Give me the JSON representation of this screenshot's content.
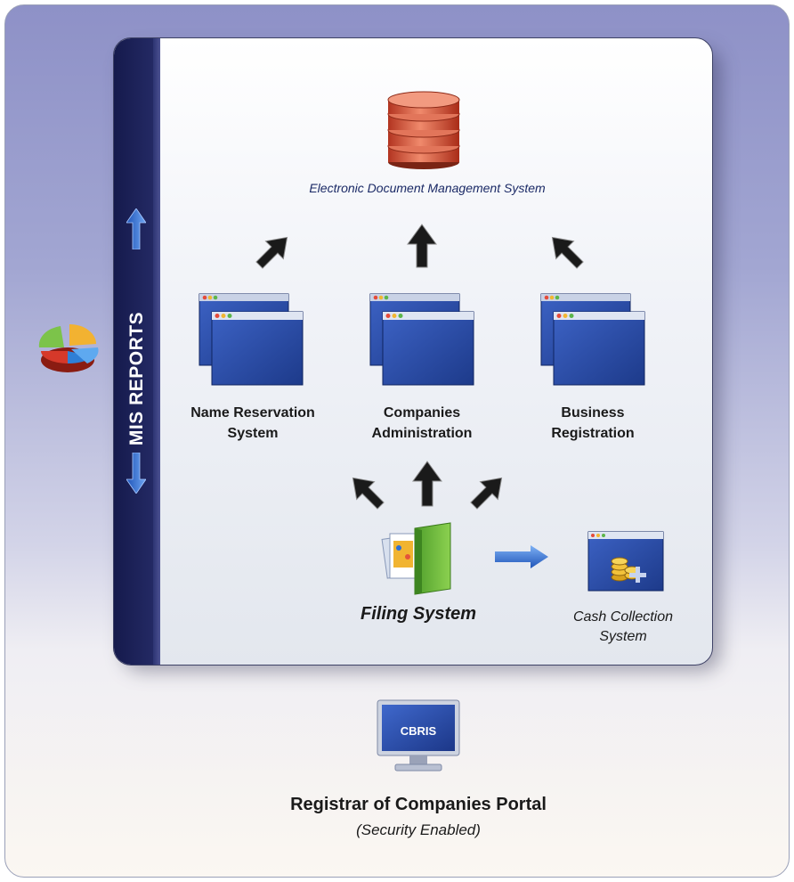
{
  "diagram": {
    "side_label": "MIS REPORTS",
    "top_system": "Electronic Document Management System",
    "modules": [
      {
        "line1": "Name Reservation",
        "line2": "System"
      },
      {
        "line1": "Companies",
        "line2": "Administration"
      },
      {
        "line1": "Business",
        "line2": "Registration"
      }
    ],
    "filing": "Filing System",
    "cash": {
      "line1": "Cash Collection",
      "line2": "System"
    },
    "monitor_label": "CBRIS",
    "portal_title": "Registrar of Companies Portal",
    "portal_subtitle": "(Security Enabled)"
  },
  "icons": [
    "database-icon",
    "window-stack-icon",
    "arrow-icon",
    "pie-chart-icon",
    "folder-documents-icon",
    "cash-window-icon",
    "monitor-icon"
  ],
  "colors": {
    "bar": "#1b2158",
    "window_blue": "#2f4fa8",
    "arrow_blue": "#2d6fd6",
    "database": "#d9583a",
    "folder_green": "#69b83a"
  }
}
